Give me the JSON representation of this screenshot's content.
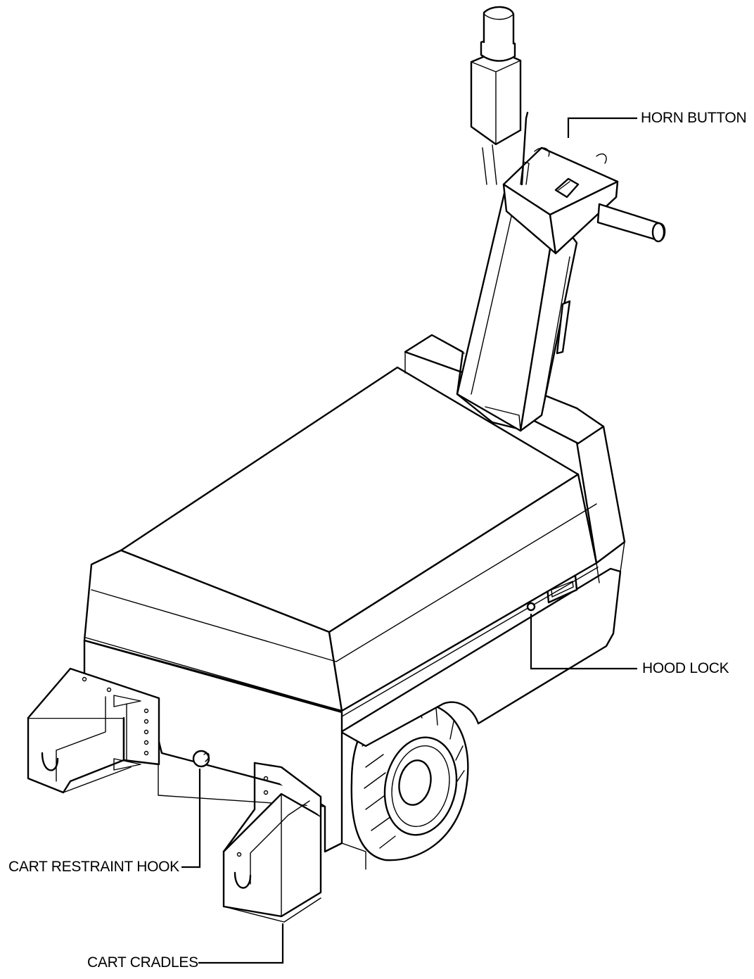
{
  "diagram": {
    "callouts": {
      "horn_button": "HORN BUTTON",
      "hood_lock": "HOOD LOCK",
      "cart_restraint_hook": "CART RESTRAINT HOOK",
      "cart_cradles": "CART CRADLES"
    }
  }
}
